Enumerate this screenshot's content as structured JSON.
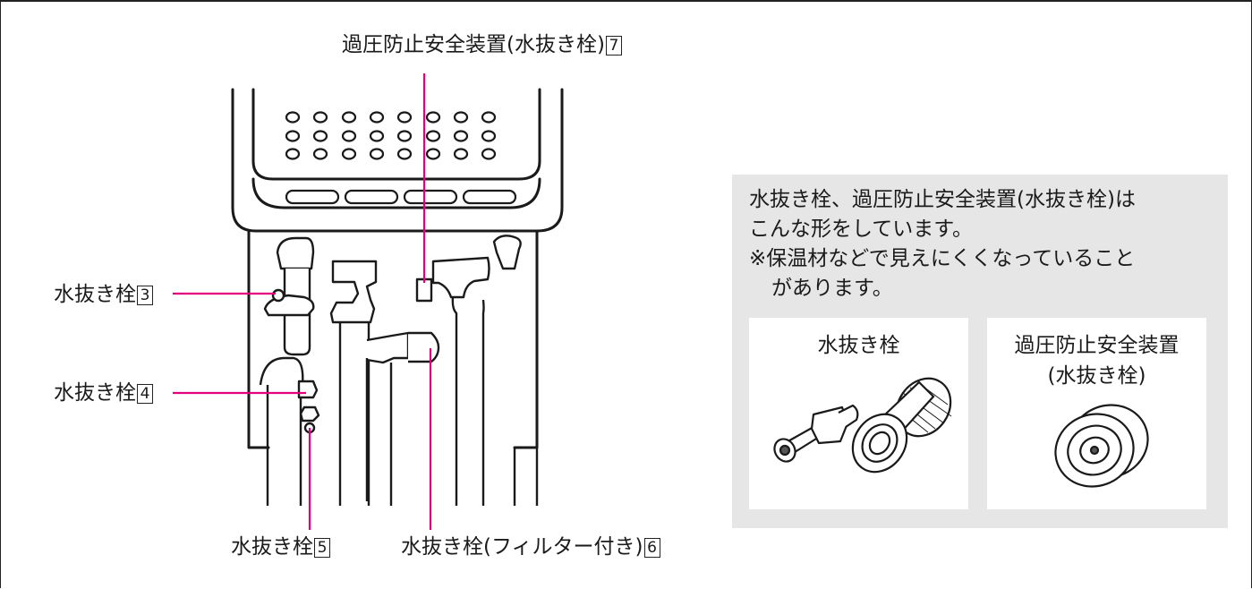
{
  "labels": {
    "overpressure_valve": {
      "text": "過圧防止安全装置(水抜き栓)",
      "num": "7"
    },
    "drain_3": {
      "text": "水抜き栓",
      "num": "3"
    },
    "drain_4": {
      "text": "水抜き栓",
      "num": "4"
    },
    "drain_5": {
      "text": "水抜き栓",
      "num": "5"
    },
    "drain_filter_6": {
      "text": "水抜き栓(フィルター付き)",
      "num": "6"
    }
  },
  "info": {
    "line1": "水抜き栓、過圧防止安全装置(水抜き栓)は",
    "line2": "こんな形をしています。",
    "line3": "※保温材などで見えにくくなっていること",
    "line4": "があります。",
    "card_drain": {
      "title": "水抜き栓"
    },
    "card_valve": {
      "title_line1": "過圧防止安全装置",
      "title_line2": "(水抜き栓)"
    }
  },
  "colors": {
    "leader_line": "#e4007f",
    "panel_bg": "#e6e6e6",
    "line": "#1a1a1a"
  },
  "icons": [
    "drain-plug-icon",
    "mesh-filter-plug-icon",
    "safety-valve-icon",
    "water-heater-illustration"
  ]
}
